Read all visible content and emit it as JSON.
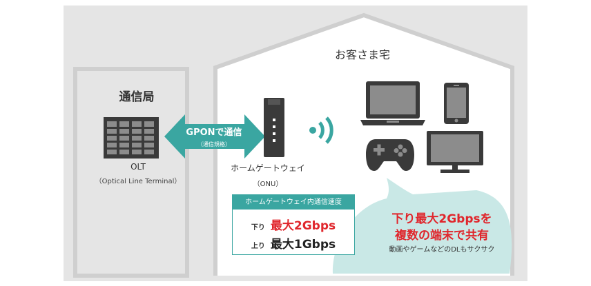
{
  "station": {
    "title": "通信局",
    "device_label": "OLT",
    "device_sub": "（Optical Line Terminal）"
  },
  "link": {
    "label": "GPONで通信",
    "sub": "（通信規格）"
  },
  "house": {
    "title": "お客さま宅",
    "gateway_label": "ホームゲートウェイ",
    "gateway_sub": "（ONU）"
  },
  "speed_box": {
    "header": "ホームゲートウェイ内通信速度",
    "down_label": "下り",
    "down_value": "最大2Gbps",
    "up_label": "上り",
    "up_value": "最大1Gbps"
  },
  "bubble": {
    "line1": "下り最大2Gbpsを",
    "line2": "複数の端末で共有",
    "sub": "動画やゲームなどのDLもサクサク"
  },
  "icons": [
    "server-rack-icon",
    "double-arrow-icon",
    "router-icon",
    "wifi-icon",
    "laptop-icon",
    "smartphone-icon",
    "game-controller-icon",
    "monitor-icon"
  ],
  "colors": {
    "panel": "#e5e5e5",
    "teal": "#3aa6a1",
    "bubble": "#c9e8e6",
    "device": "#3a3a3a",
    "accent_red": "#e0262c"
  }
}
